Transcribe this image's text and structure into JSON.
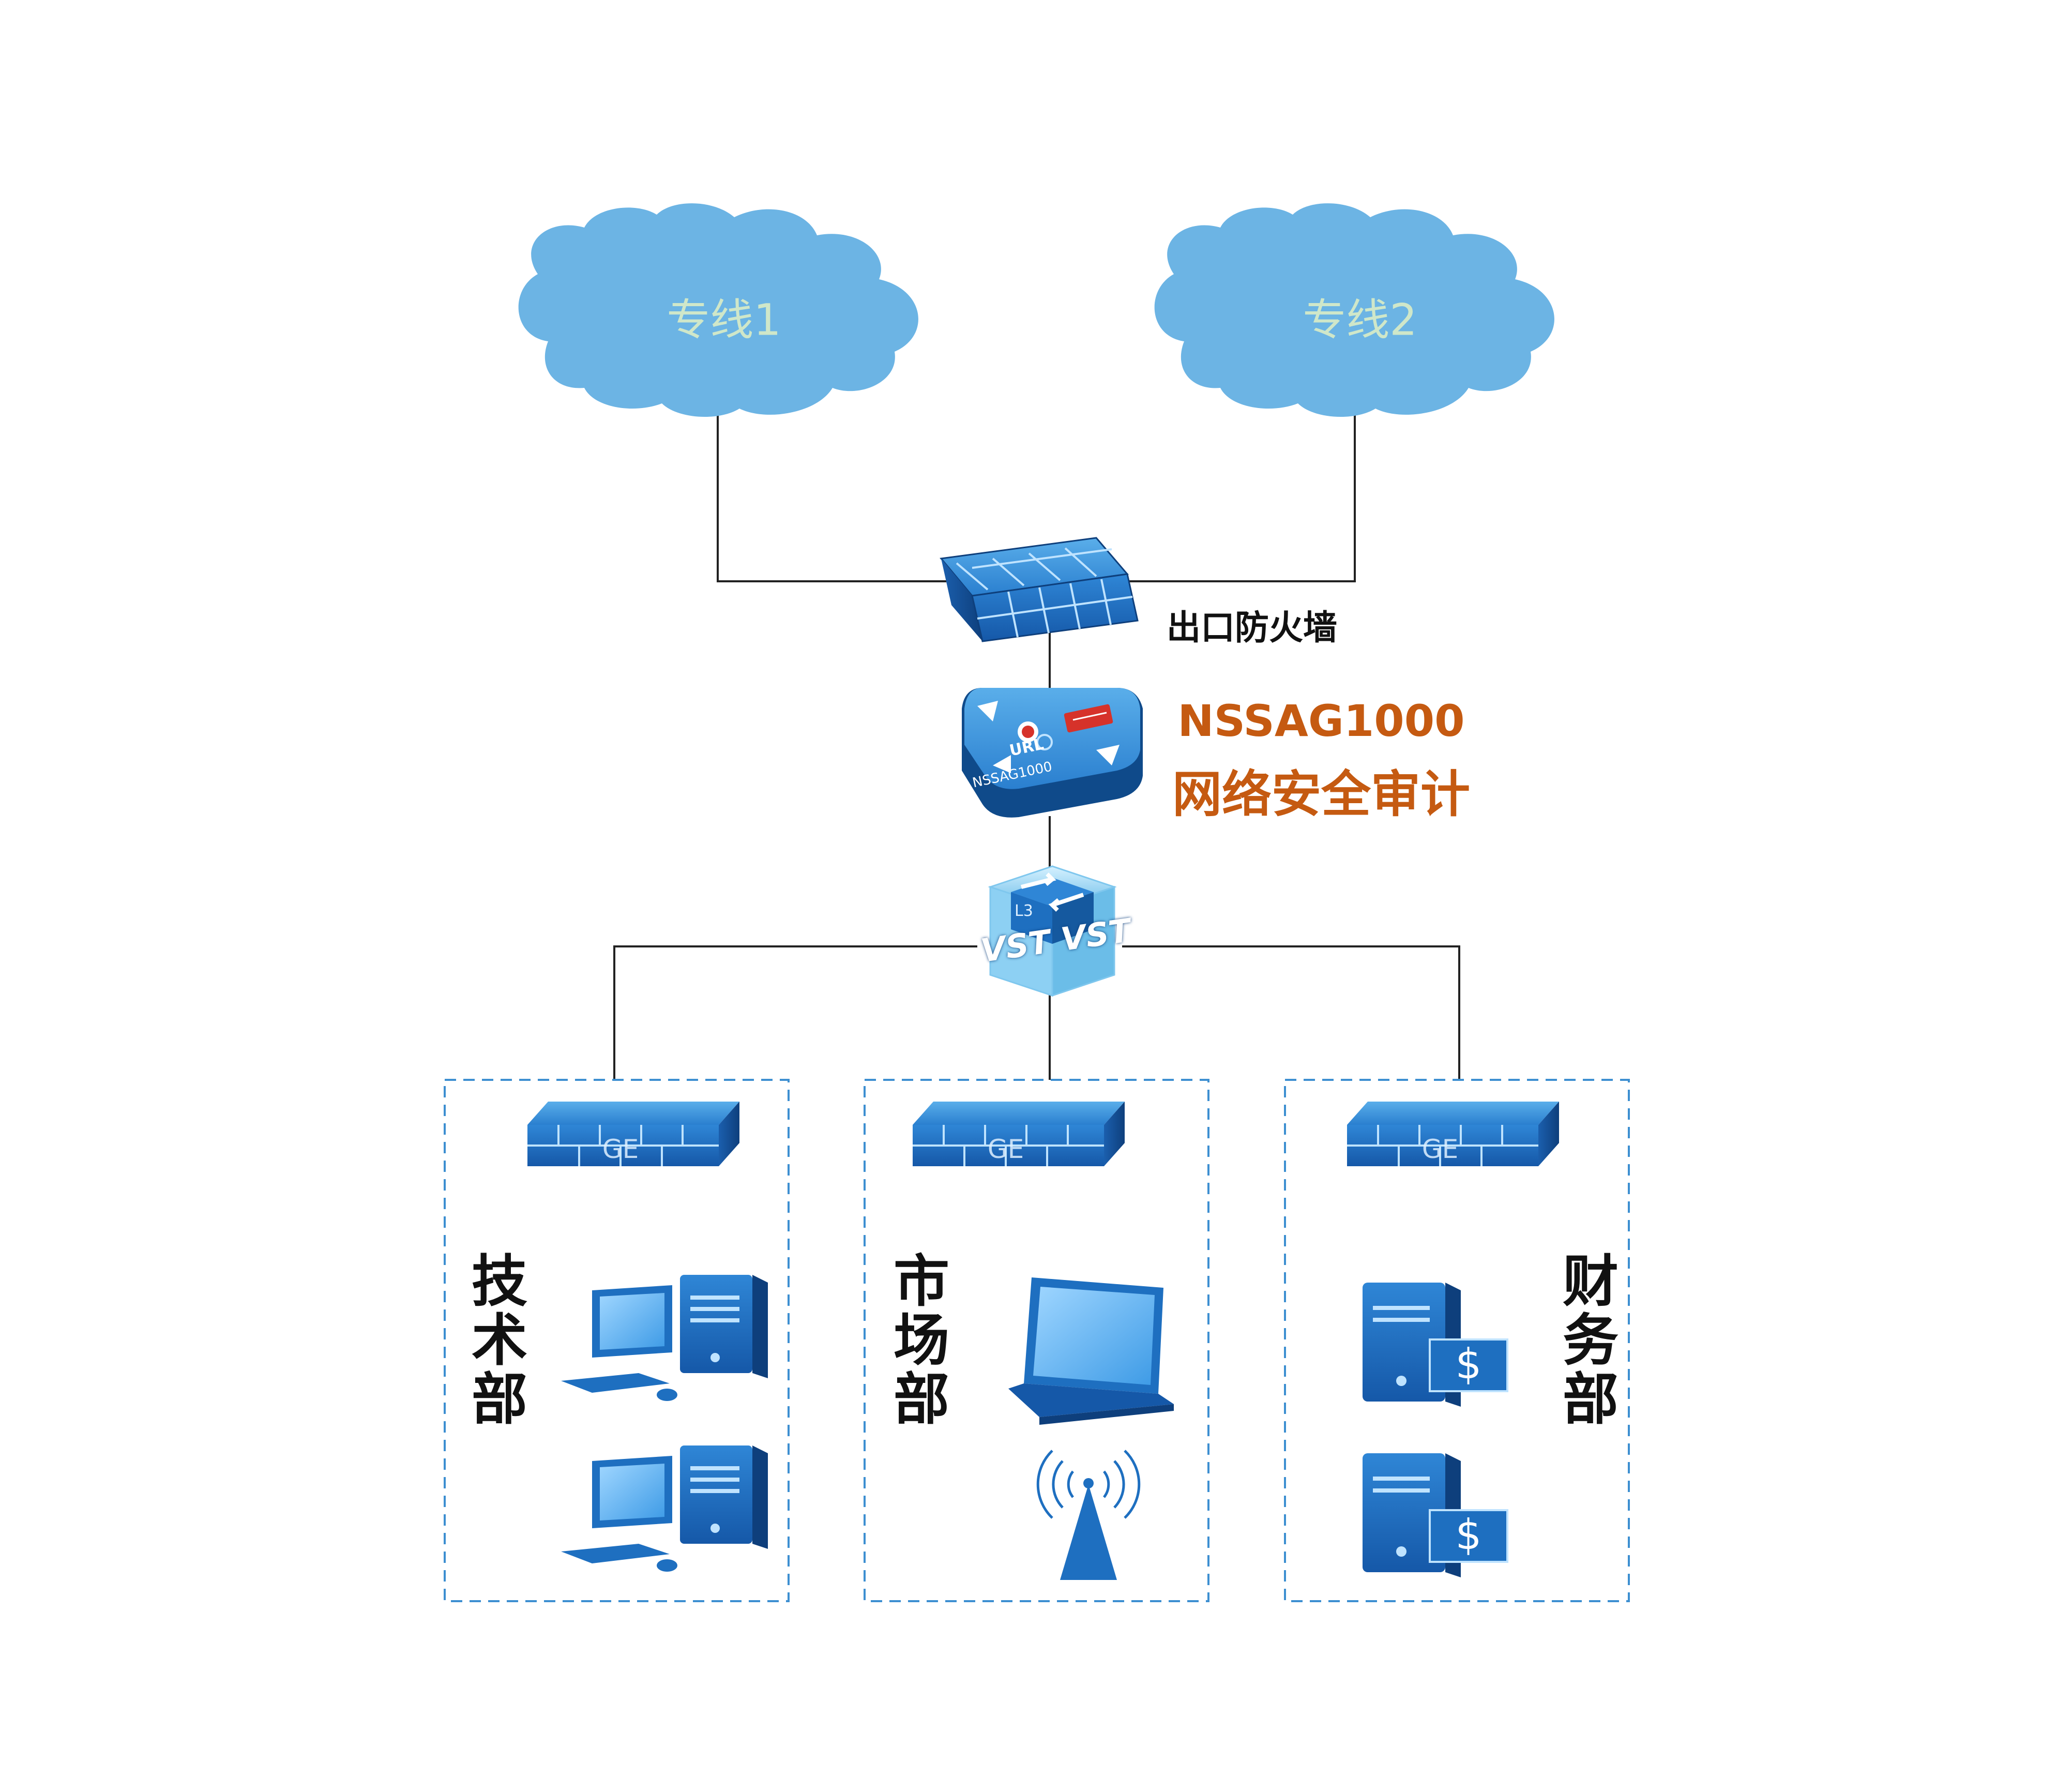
{
  "clouds": [
    {
      "label": "专线1"
    },
    {
      "label": "专线2"
    }
  ],
  "firewall": {
    "label": "出口防火墙"
  },
  "audit_device": {
    "model": "NSSAG1000",
    "name": "网络安全审计",
    "device_caption": "NSSAG1000",
    "badge": "URL"
  },
  "core_switch": {
    "badge": "VST VST",
    "layer_label": "L3"
  },
  "departments": [
    {
      "name": "技术部",
      "switch_label": "GE",
      "devices": [
        "desktop-computer",
        "desktop-computer"
      ]
    },
    {
      "name": "市场部",
      "switch_label": "GE",
      "devices": [
        "laptop",
        "wireless-antenna"
      ]
    },
    {
      "name": "财务部",
      "switch_label": "GE",
      "devices": [
        "finance-server",
        "finance-server"
      ]
    }
  ],
  "colors": {
    "cloud": "#6cb4e4",
    "cloud_text": "#cfe7c9",
    "device_blue": "#1e6fc0",
    "device_dark": "#0f4a8a",
    "audit_text": "#c55a11",
    "link": "#222222",
    "dept_border": "#3d8fd1"
  },
  "icons": [
    "cloud-icon",
    "firewall-icon",
    "audit-appliance-icon",
    "core-switch-icon",
    "access-switch-icon",
    "desktop-computer-icon",
    "laptop-icon",
    "antenna-icon",
    "server-dollar-icon"
  ]
}
